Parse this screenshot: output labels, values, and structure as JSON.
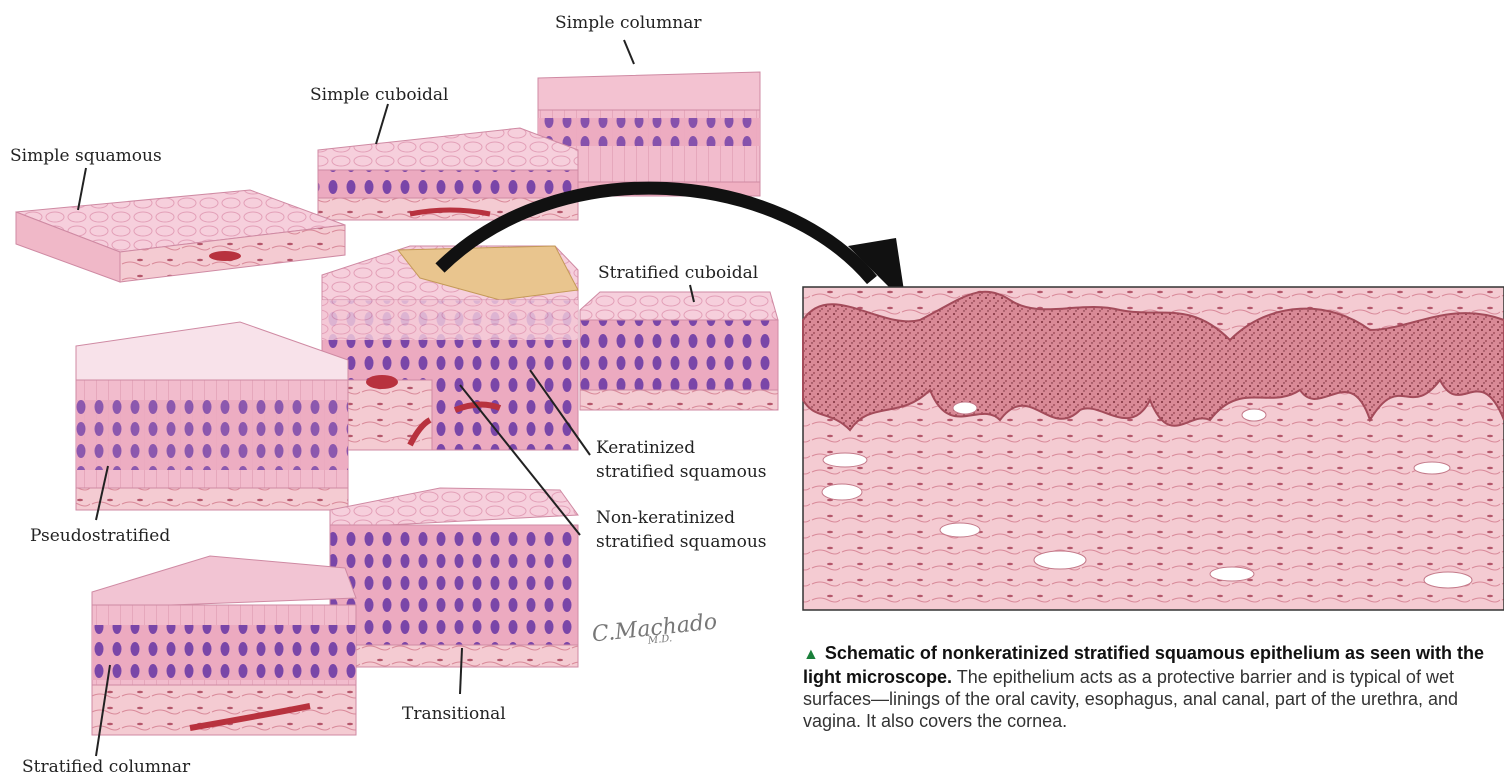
{
  "labels": {
    "simple_columnar": "Simple columnar",
    "simple_cuboidal": "Simple cuboidal",
    "simple_squamous": "Simple squamous",
    "stratified_cuboidal": "Stratified cuboidal",
    "keratinized_1": "Keratinized",
    "keratinized_2": "stratified squamous",
    "nonkeratinized_1": "Non-keratinized",
    "nonkeratinized_2": "stratified squamous",
    "pseudostratified": "Pseudostratified",
    "transitional": "Transitional",
    "stratified_columnar": "Stratified columnar"
  },
  "signature": {
    "name": "C.Machado",
    "suffix": "M.D."
  },
  "caption": {
    "marker": "▲",
    "bold": "Schematic of nonkeratinized stratified squamous epithelium as seen with the light microscope.",
    "text": "The epithelium acts as a protective barrier and is typical of wet surfaces—linings of the oral cavity, esophagus, anal canal, part of the urethra, and vagina. It also covers the cornea."
  },
  "colors": {
    "tissue_pink": "#f0b9c9",
    "nucleus_purple": "#6b3fa0",
    "keratin_tan": "#e9c58e",
    "epithelium_dark": "#b85a66",
    "arrow": "#111111",
    "caption_marker": "#1a7f3a"
  }
}
